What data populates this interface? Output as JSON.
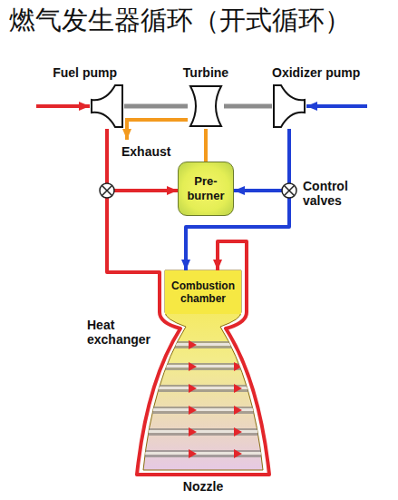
{
  "diagram": {
    "title": "燃气发生器循环（开式循环）",
    "nodes": [
      {
        "text": [
          "Fuel pump"
        ]
      },
      {
        "text": [
          "Turbine"
        ]
      },
      {
        "text": [
          "Oxidizer pump"
        ]
      },
      {
        "text": [
          "Pre- burner"
        ]
      },
      {
        "text": [
          "Combustion chamber"
        ]
      }
    ],
    "edges": [
      {
        "from": 0,
        "to": 3,
        "arrow": "to"
      },
      {
        "from": 2,
        "to": 3,
        "arrow": "to"
      },
      {
        "from": 3,
        "to": 1,
        "arrow": "none"
      },
      {
        "from": 0,
        "to": 4,
        "arrow": "to"
      },
      {
        "from": 2,
        "to": 4,
        "arrow": "to"
      },
      {
        "from": 0,
        "to": 1,
        "arrow": "none"
      },
      {
        "from": 1,
        "to": 2,
        "arrow": "none"
      }
    ],
    "labels": [
      "Exhaust",
      "Control valves",
      "Heat exchanger",
      "Nozzle"
    ]
  }
}
